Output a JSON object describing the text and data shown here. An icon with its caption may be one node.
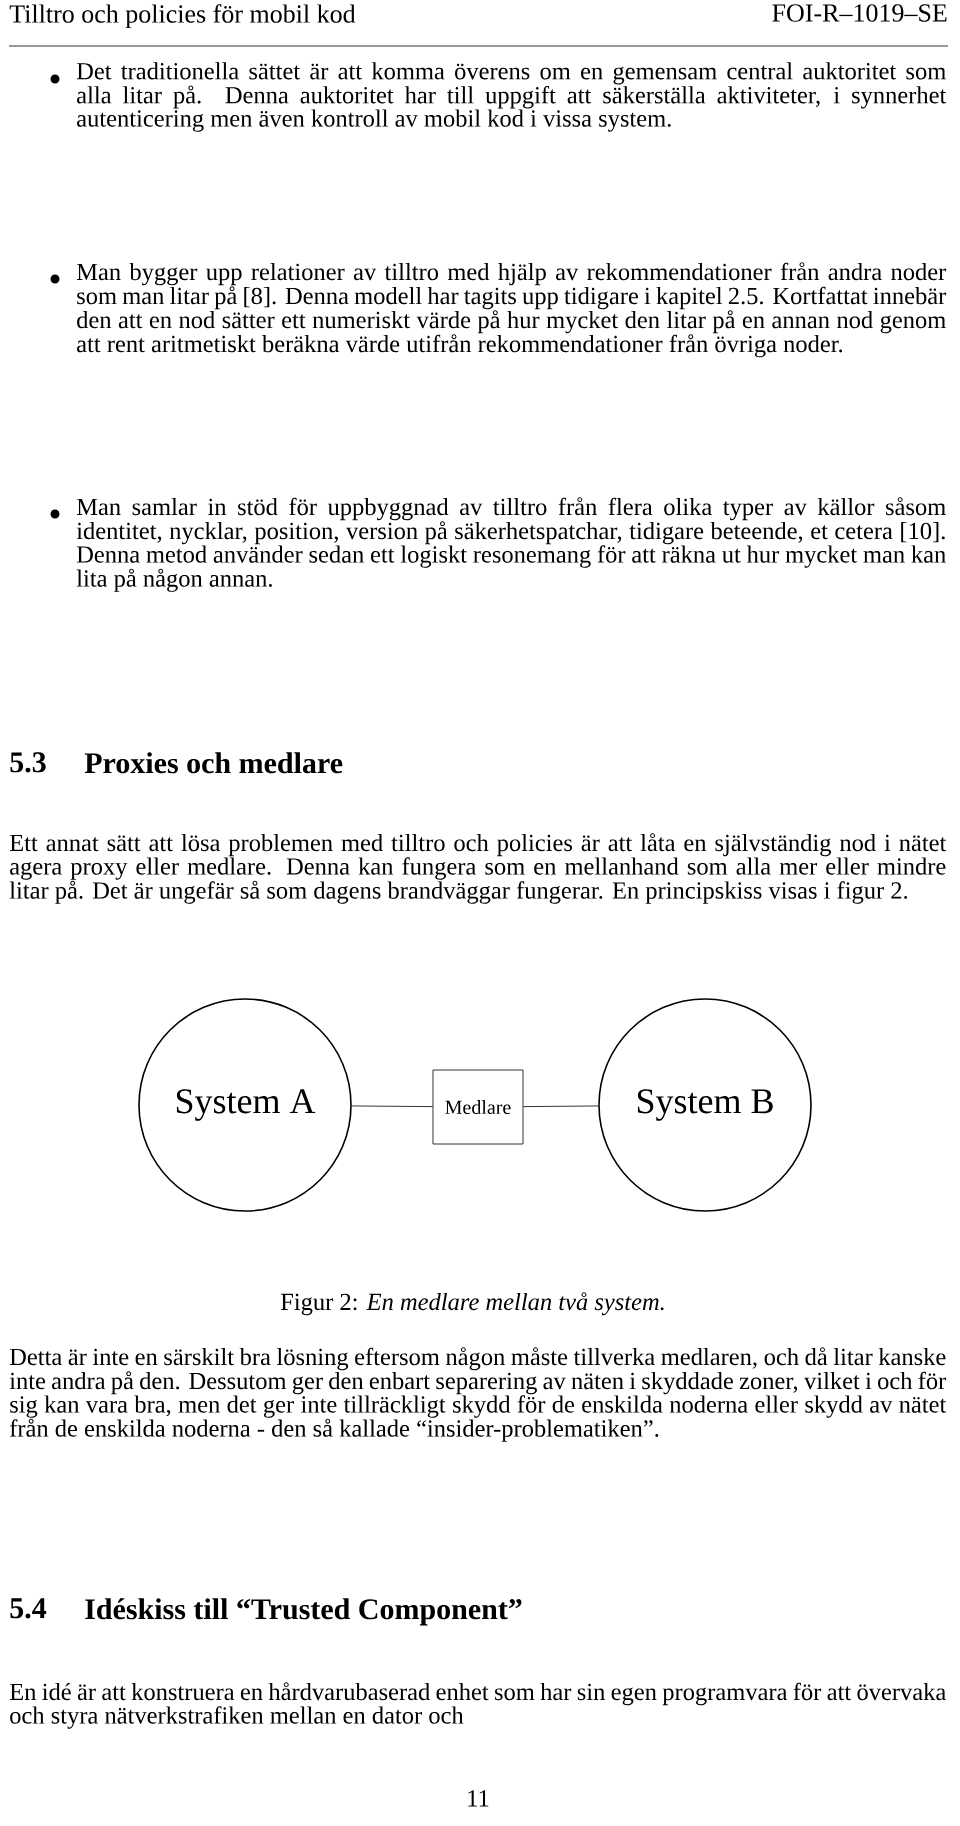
{
  "diagram": {
    "caption": "Figur 2: *En medlare mellan två system.*",
    "nodes": [
      {
        "text": [
          "System A"
        ]
      },
      {
        "text": [
          "Medlare"
        ]
      },
      {
        "text": [
          "System B"
        ]
      }
    ],
    "edges": [
      {
        "from": 0,
        "to": 1,
        "arrow": "none"
      },
      {
        "from": 1,
        "to": 2,
        "arrow": "none"
      }
    ],
    "labels": [
      "Tilltro och policies för mobil kod",
      "FOI-R–1019–SE",
      "Det traditionella sättet är att komma överens om en gemensam central auktoritet som alla litar på. Denna auktoritet har till uppgift att säkerställa aktiviteter, i synnerhet autenticering men även kontroll av mobil kod i vissa system.",
      "Man bygger upp relationer av tilltro med hjälp av rekommendationer från andra noder som man litar på [8]. Denna modell har tagits upp tidigare i kapitel 2.5. Kortfattat innebär den att en nod sätter ett numeriskt värde på hur mycket den litar på en annan nod genom att rent aritmetiskt beräkna värde utifrån rekommendationer från övriga noder.",
      "Man samlar in stöd för uppbyggnad av tilltro från flera olika typer av källor såsom identitet, nycklar, position, version på säkerhetspatchar, tidigare beteende, et cetera [10]. Denna metod använder sedan ett logiskt resonemang för att räkna ut hur mycket man kan lita på någon annan.",
      "5.3",
      "Proxies och medlare",
      "Ett annat sätt att lösa problemen med tilltro och policies är att låta en självständig nod i nätet agera proxy eller medlare. Denna kan fungera som en mellanhand som alla mer eller mindre litar på. Det är ungefär så som dagens brandväggar fungerar. En principskiss visas i figur 2.",
      "Detta är inte en särskilt bra lösning eftersom någon måste tillverka medlaren, och då litar kanske inte andra på den. Dessutom ger den enbart separering av näten i skyddade zoner, vilket i och för sig kan vara bra, men det ger inte tillräckligt skydd för de enskilda noderna eller skydd av nätet från de enskilda noderna - den så kallade “insider-problematiken”.",
      "5.4",
      "Idéskiss till “Trusted Component”",
      "En idé är att konstruera en hårdvarubaserad enhet som har sin egen programvara för att övervaka och styra nätverkstrafiken mellan en dator och",
      "11"
    ]
  }
}
